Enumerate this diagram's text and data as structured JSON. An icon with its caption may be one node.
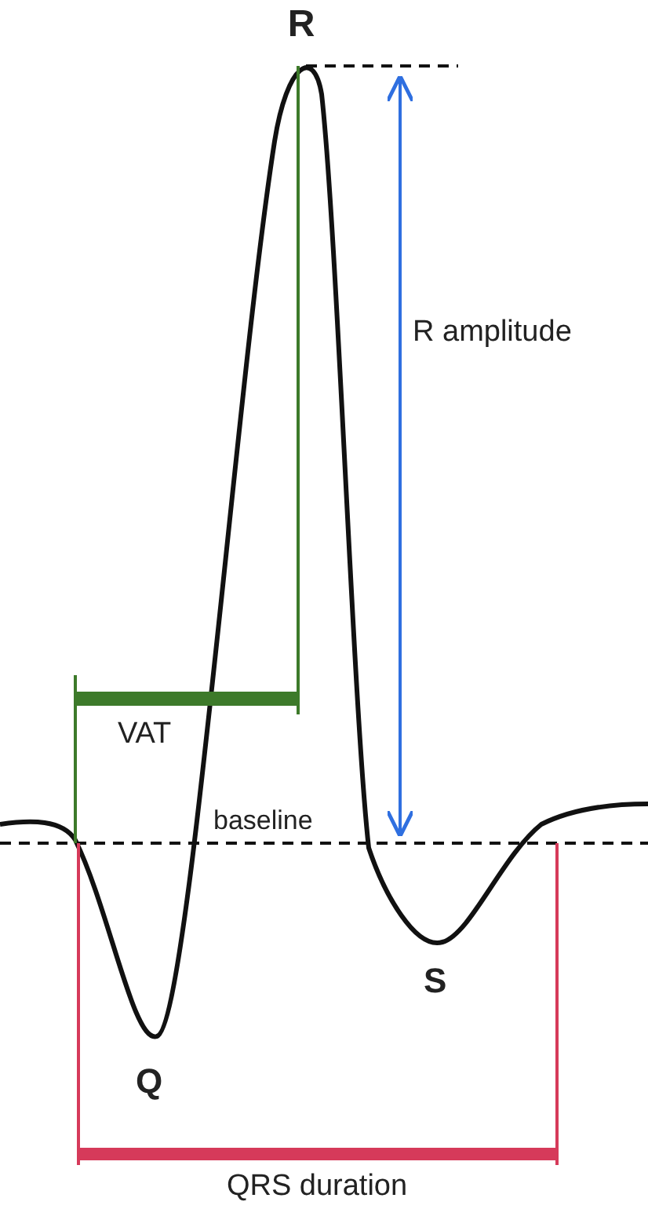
{
  "diagram": {
    "labels": [
      "R",
      "R amplitude",
      "VAT",
      "baseline",
      "S",
      "Q",
      "QRS duration"
    ]
  }
}
